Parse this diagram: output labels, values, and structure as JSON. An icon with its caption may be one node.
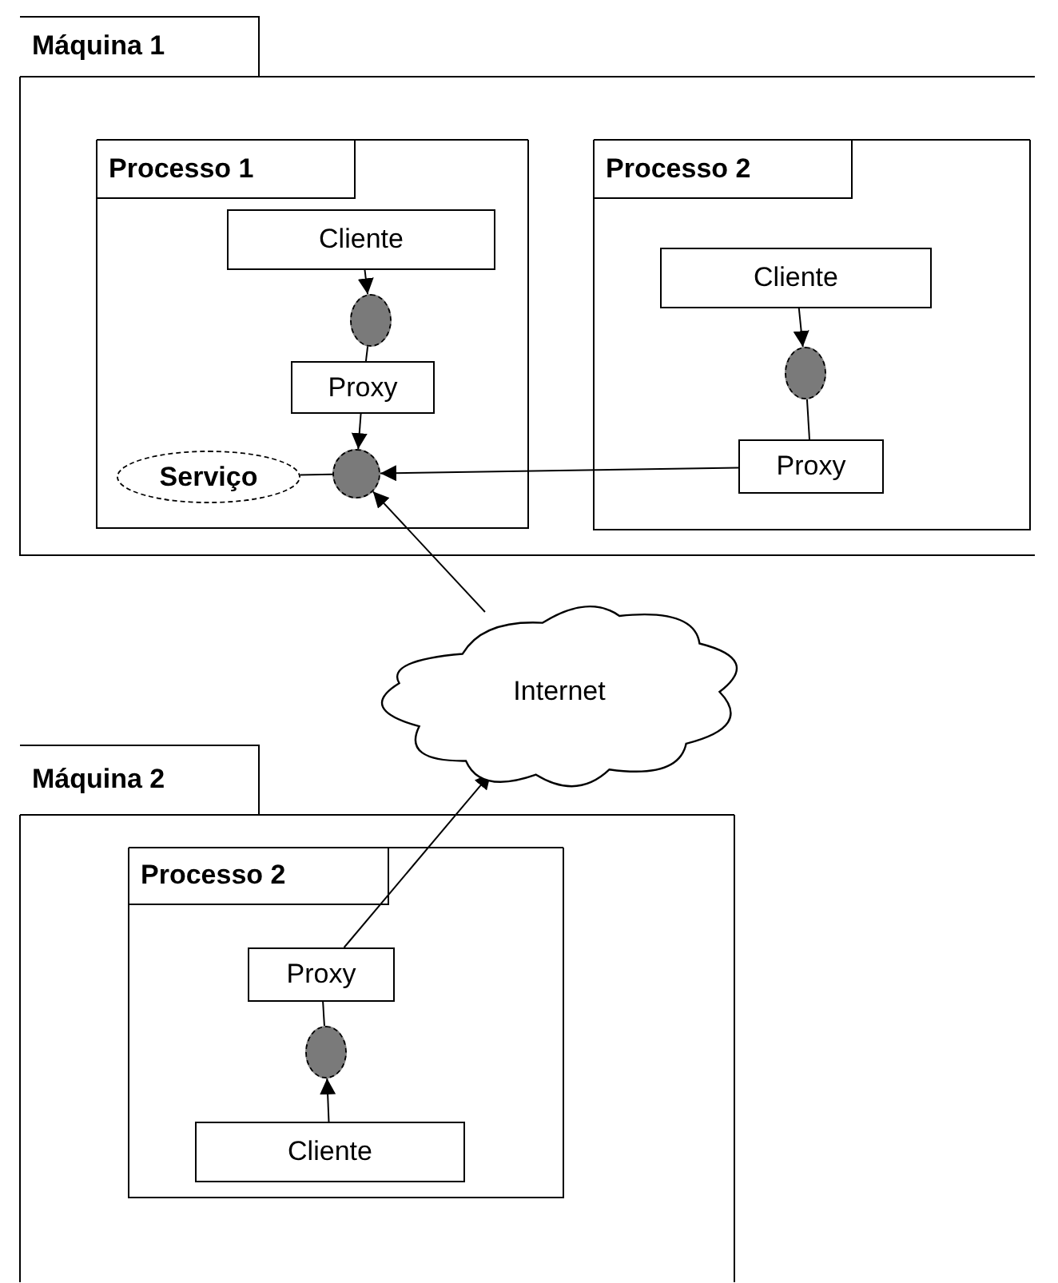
{
  "diagram": {
    "nodes": [
      {
        "text": [
          "Máquina 1"
        ]
      },
      {
        "text": [
          "Processo 1"
        ],
        "in": 0
      },
      {
        "text": [
          "Cliente"
        ],
        "in": 1
      },
      {
        "text": [],
        "shape": "ellipse",
        "in": 1
      },
      {
        "text": [
          "Proxy"
        ],
        "in": 1
      },
      {
        "text": [
          "Serviço"
        ],
        "in": 1
      },
      {
        "text": [],
        "shape": "ellipse",
        "in": 1
      },
      {
        "text": [
          "Processo 2"
        ],
        "in": 0
      },
      {
        "text": [
          "Cliente"
        ],
        "in": 7
      },
      {
        "text": [],
        "shape": "ellipse",
        "in": 7
      },
      {
        "text": [
          "Proxy"
        ],
        "in": 7
      },
      {
        "text": [
          "Internet"
        ]
      },
      {
        "text": [
          "Máquina 2"
        ]
      },
      {
        "text": [
          "Processo 2"
        ],
        "in": 12
      },
      {
        "text": [
          "Proxy"
        ],
        "in": 13
      },
      {
        "text": [],
        "shape": "ellipse",
        "in": 13
      },
      {
        "text": [
          "Cliente"
        ],
        "in": 13
      }
    ],
    "edges": [
      {
        "from": 2,
        "to": 3,
        "arrow": "to"
      },
      {
        "from": 3,
        "to": 4,
        "arrow": "none"
      },
      {
        "from": 4,
        "to": 6,
        "arrow": "to"
      },
      {
        "from": 5,
        "to": 6,
        "arrow": "none"
      },
      {
        "from": 10,
        "to": 6,
        "arrow": "to"
      },
      {
        "from": 8,
        "to": 9,
        "arrow": "to"
      },
      {
        "from": 9,
        "to": 10,
        "arrow": "none"
      },
      {
        "from": 11,
        "to": 6,
        "arrow": "to"
      },
      {
        "from": 14,
        "to": 11,
        "arrow": "to"
      },
      {
        "from": 16,
        "to": 15,
        "arrow": "to"
      },
      {
        "from": 15,
        "to": 14,
        "arrow": "none"
      }
    ]
  }
}
